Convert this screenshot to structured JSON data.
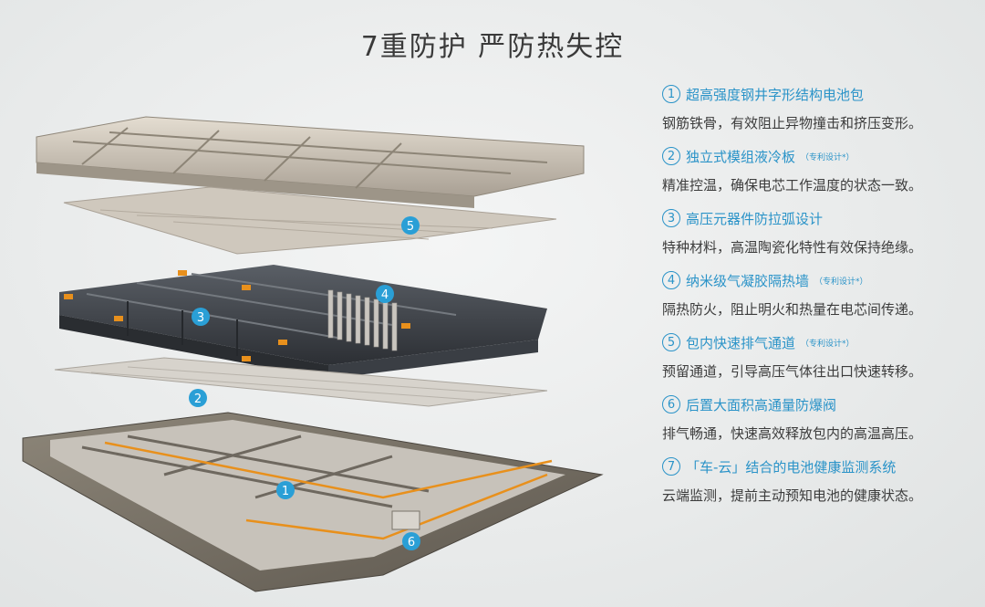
{
  "title": "7重防护 严防热失控",
  "features": [
    {
      "num": "1",
      "title": "超高强度钢井字形结构电池包",
      "patent": "",
      "desc": "钢筋铁骨，有效阻止异物撞击和挤压变形。"
    },
    {
      "num": "2",
      "title": "独立式模组液冷板",
      "patent": "（专利设计*）",
      "desc": "精准控温，确保电芯工作温度的状态一致。"
    },
    {
      "num": "3",
      "title": "高压元器件防拉弧设计",
      "patent": "",
      "desc": "特种材料，高温陶瓷化特性有效保持绝缘。"
    },
    {
      "num": "4",
      "title": "纳米级气凝胶隔热墙",
      "patent": "（专利设计*）",
      "desc": "隔热防火，阻止明火和热量在电芯间传递。"
    },
    {
      "num": "5",
      "title": "包内快速排气通道",
      "patent": "（专利设计*）",
      "desc": "预留通道，引导高压气体往出口快速转移。"
    },
    {
      "num": "6",
      "title": "后置大面积高通量防爆阀",
      "patent": "",
      "desc": "排气畅通，快速高效释放包内的高温高压。"
    },
    {
      "num": "7",
      "title": "「车-云」结合的电池健康监测系统",
      "patent": "",
      "desc": "云端监测，提前主动预知电池的健康状态。"
    }
  ],
  "callouts": [
    "1",
    "2",
    "3",
    "4",
    "5",
    "6"
  ],
  "colors": {
    "accent": "#2a93c8",
    "callout_bg": "#2a9fd6",
    "cable": "#e8901c",
    "module": "#3e4248",
    "metal": "#b9b2a6"
  }
}
